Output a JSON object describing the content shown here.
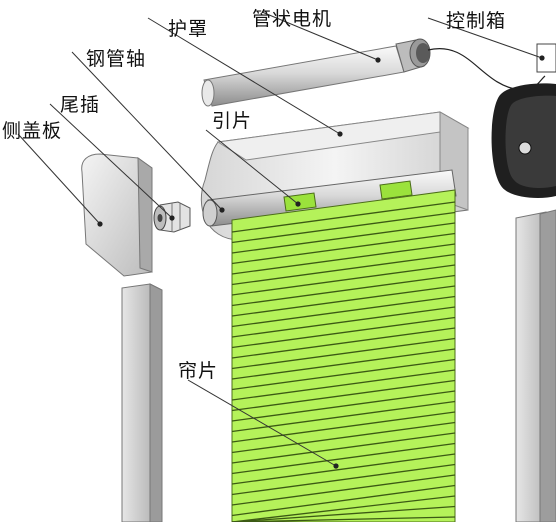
{
  "labels": {
    "cover": "护罩",
    "motor": "管状电机",
    "control_box": "控制箱",
    "steel_shaft": "钢管轴",
    "end_plug": "尾插",
    "side_cover": "侧盖板",
    "lead_strip": "引片",
    "curtain": "帘片"
  },
  "colors": {
    "slat_fill": "#b5f25a",
    "slat_line": "#3c5a14",
    "metal_light": "#f2f2f2",
    "metal_mid": "#c8c8c8",
    "metal_dark": "#7a7a7a",
    "box_dark": "#2a2a2a",
    "leader": "#333333"
  }
}
